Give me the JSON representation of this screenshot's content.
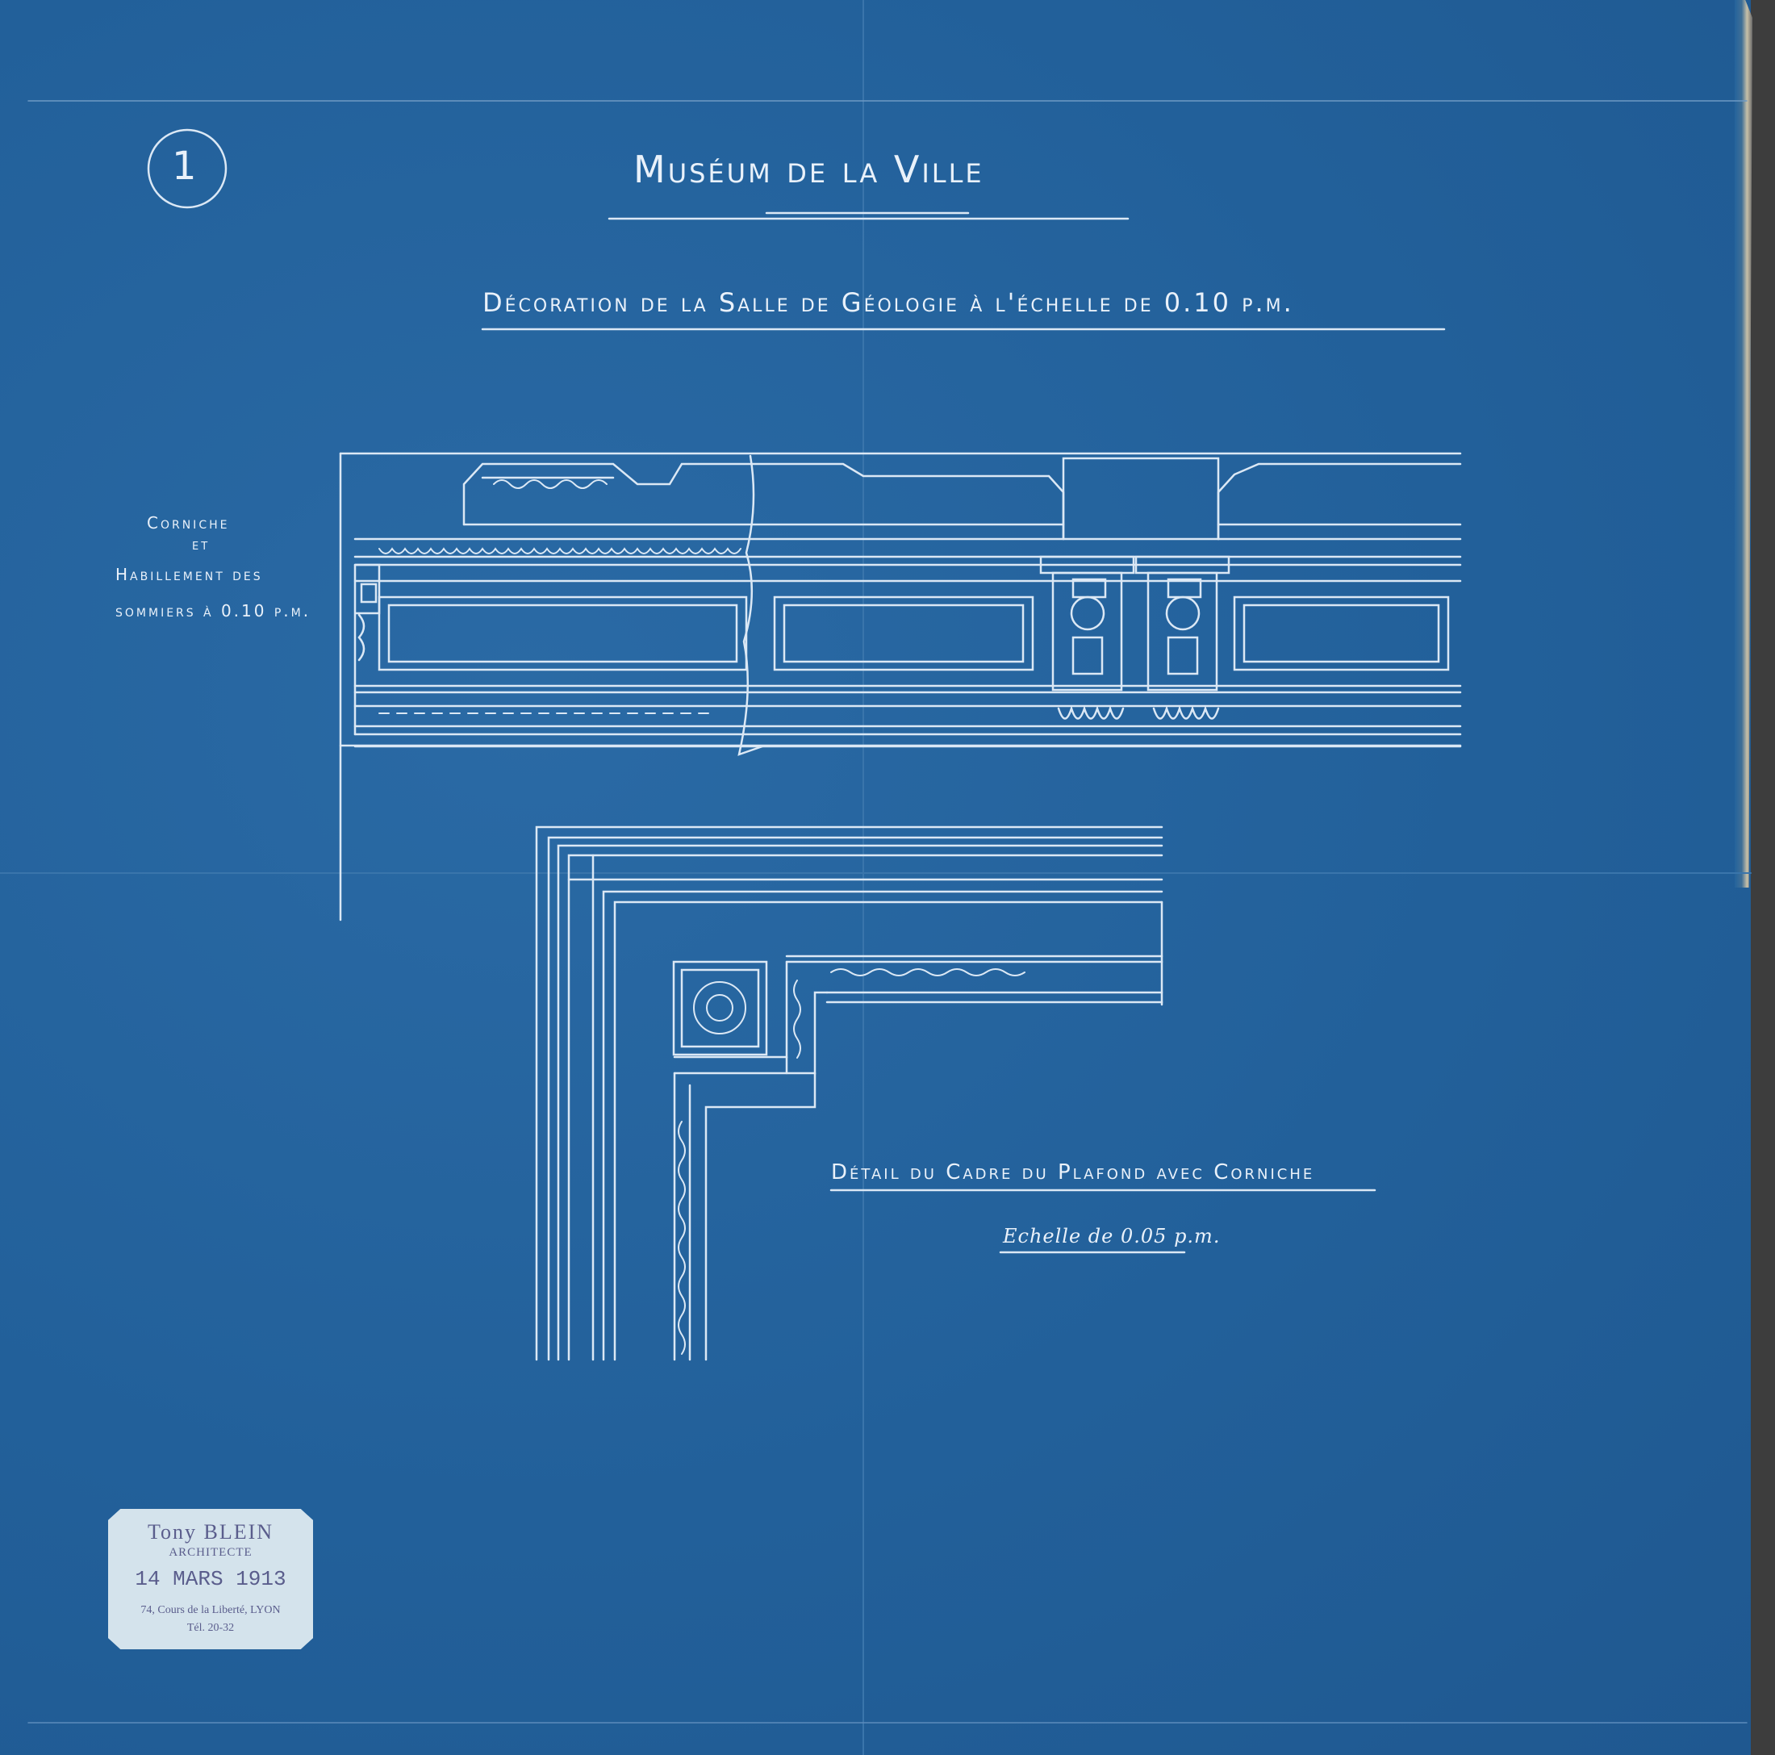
{
  "sheet": {
    "number": "1",
    "title": "Muséum de la Ville",
    "subtitle": "Décoration de la Salle de Géologie à l'échelle de 0.10 p.m.",
    "cornice_label": [
      "Corniche",
      "et",
      "Habillement des",
      "sommiers à 0.10 p.m."
    ],
    "detail_title": "Détail du Cadre du Plafond avec Corniche",
    "detail_scale": "Echelle de 0.05 p.m."
  },
  "stamp": {
    "name": "Tony BLEIN",
    "role": "ARCHITECTE",
    "date": "14 MARS 1913",
    "address": "74, Cours de la Liberté, LYON",
    "phone": "Tél. 20-32"
  },
  "colors": {
    "blueprint": "#24639c",
    "line": "#e9f1fa",
    "stamp_paper": "#d4e3ec",
    "stamp_ink": "#5a5d8c"
  }
}
